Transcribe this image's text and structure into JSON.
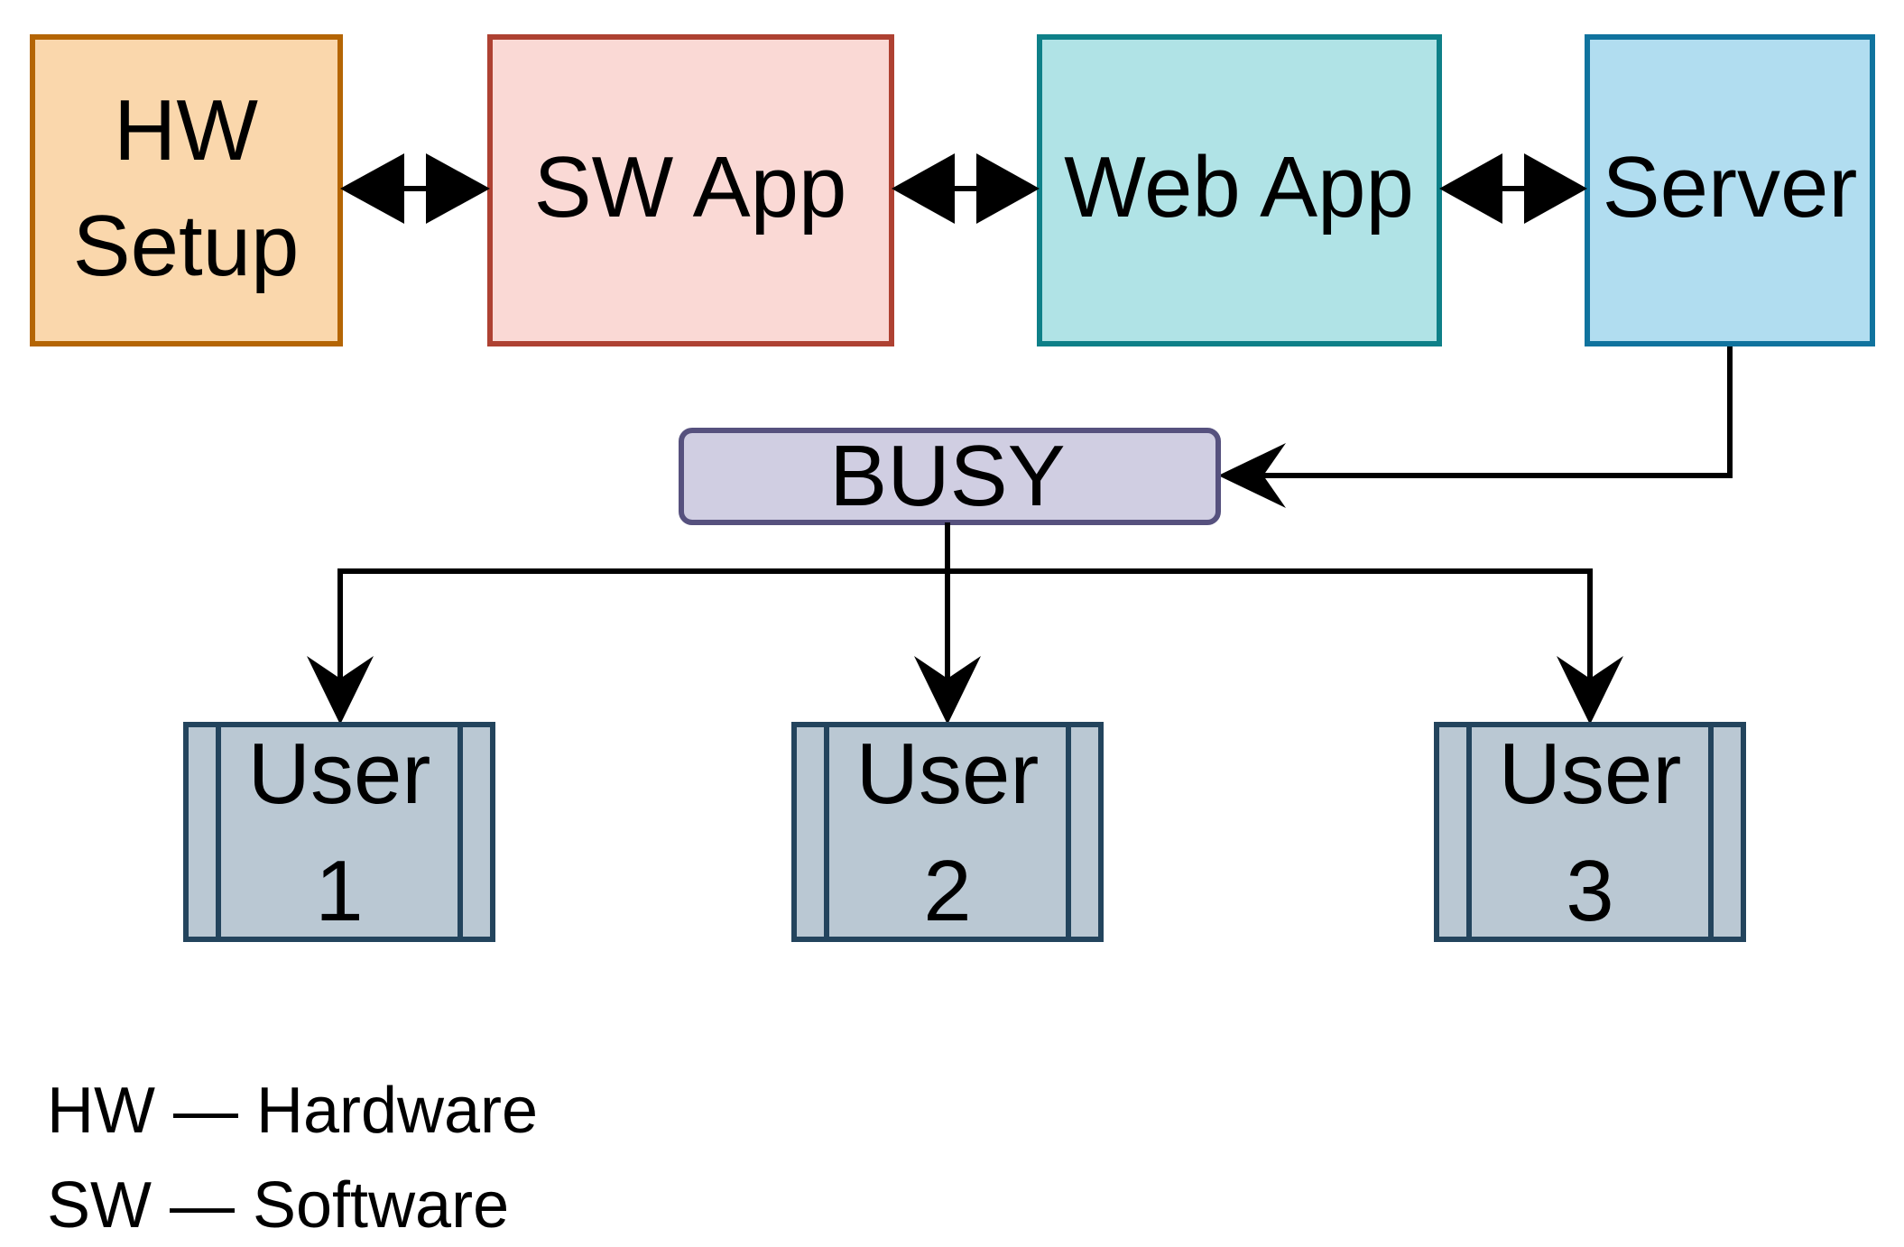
{
  "nodes": {
    "hw_setup": {
      "line1": "HW",
      "line2": "Setup"
    },
    "sw_app": {
      "label": "SW App"
    },
    "web_app": {
      "label": "Web App"
    },
    "server": {
      "label": "Server"
    },
    "busy": {
      "label": "BUSY"
    },
    "user1": {
      "line1": "User",
      "line2": "1"
    },
    "user2": {
      "line1": "User",
      "line2": "2"
    },
    "user3": {
      "line1": "User",
      "line2": "3"
    }
  },
  "legend": {
    "hw": "HW — Hardware",
    "sw": "SW — Software"
  },
  "colors": {
    "hw_fill": "#fad7ac",
    "hw_stroke": "#b46504",
    "sw_fill": "#fad9d5",
    "sw_stroke": "#ae4132",
    "web_fill": "#b0e3e6",
    "web_stroke": "#0e8088",
    "server_fill": "#b1ddf0",
    "server_stroke": "#10739e",
    "busy_fill": "#d0cee2",
    "busy_stroke": "#56517e",
    "user_fill": "#bac8d3",
    "user_stroke": "#23445d"
  }
}
